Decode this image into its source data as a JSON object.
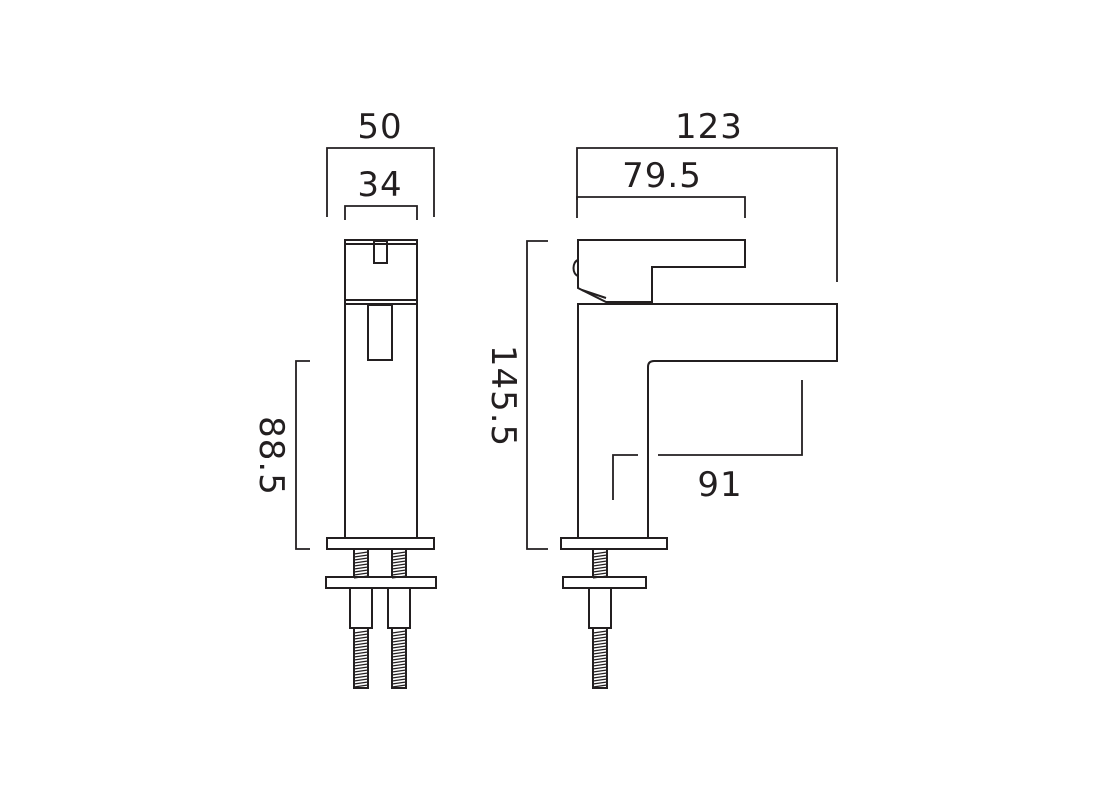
{
  "drawing": {
    "colors": {
      "line": "#231f20",
      "background": "#ffffff"
    },
    "dimensions": {
      "side_width_outer": "50",
      "side_width_inner": "34",
      "side_body_height": "88.5",
      "front_total_height": "145.5",
      "front_total_depth": "123",
      "front_handle_depth": "79.5",
      "front_spout_reach": "91"
    }
  }
}
